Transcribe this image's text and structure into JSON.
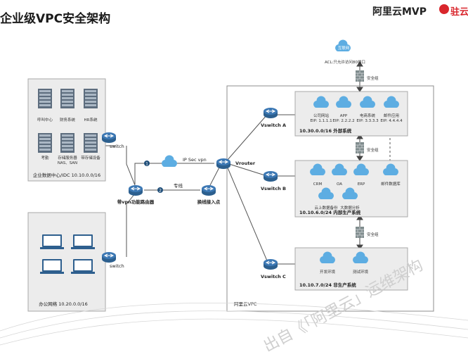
{
  "title": "企业级VPC安全架构",
  "brand": {
    "name": "阿里云MVP",
    "partner": "驻云"
  },
  "watermark": "出自《「阿里云」运维架构",
  "colors": {
    "accent": "#2e86c1",
    "cloud": "#5dade2",
    "node": "#3c78b4",
    "region": "#6e6e6e"
  },
  "datacenter": {
    "label": "企业数据中心/IDC 10.10.0.0/16",
    "servers": [
      "呼叫中心",
      "财务系统",
      "HR系统",
      "考勤",
      "存储服务器",
      "带存储设备"
    ],
    "storage_sub": "NAS、SAN"
  },
  "office": {
    "label": "办公网络 10.20.0.0/16"
  },
  "switch_label": "switch",
  "router_label": "带vpn功能路由器",
  "access_label": "换线接入点",
  "ipsec_label": "IP Sec vpn",
  "line_label": "专线",
  "badge1": "1",
  "badge2": "2",
  "vrouter_label": "Vrouter",
  "aliyun_vpc_label": "阿里云VPC",
  "internet": {
    "label": "互联网",
    "acl": "ACL:只允许访问80端口",
    "security_group": "安全组"
  },
  "vswitch_a": "Vswitch A",
  "vswitch_b": "Vswitch B",
  "vswitch_c": "Vswitch C",
  "subnet_a": {
    "label": "10.30.0.0/16 外部系统",
    "items": [
      {
        "name": "公司网站",
        "eip": "EIP: 1.1.1.1"
      },
      {
        "name": "APP",
        "eip": "EIP: 2.2.2.2"
      },
      {
        "name": "电商系统",
        "eip": "EIP: 3.3.3.3"
      },
      {
        "name": "邮件应用",
        "eip": "EIP: 4.4.4.4"
      }
    ]
  },
  "subnet_b": {
    "label": "10.10.6.0/24 内部生产系统",
    "items": [
      "CRM",
      "OA",
      "ERP",
      "邮件数据库"
    ],
    "items2": [
      "云上数据备份",
      "大数据分析"
    ]
  },
  "subnet_c": {
    "label": "10.10.7.0/24 非生产系统",
    "items": [
      "开发环境",
      "测试环境"
    ]
  },
  "sg_ab": "安全组",
  "sg_bc": "安全组"
}
